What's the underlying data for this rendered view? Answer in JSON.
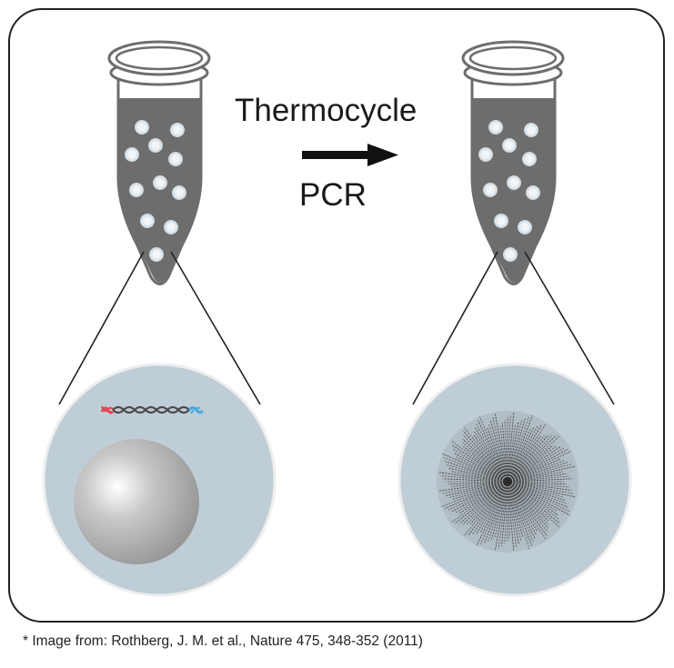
{
  "labels": {
    "process": "Thermocycle",
    "method": "PCR"
  },
  "caption": "* Image from: Rothberg, J. M. et al., Nature 475, 348-352 (2011)",
  "icons": [
    "microcentrifuge-tube",
    "bead-with-template-dna",
    "bead-with-amplified-dna"
  ],
  "colors": {
    "frame_stroke": "#222222",
    "tube_liquid": "#6d6d6d",
    "bead_fill": "#e3ecf1",
    "zoom_circle": "#bfcdd6",
    "primer_red": "#e8414f",
    "primer_blue": "#4aa8e3"
  }
}
